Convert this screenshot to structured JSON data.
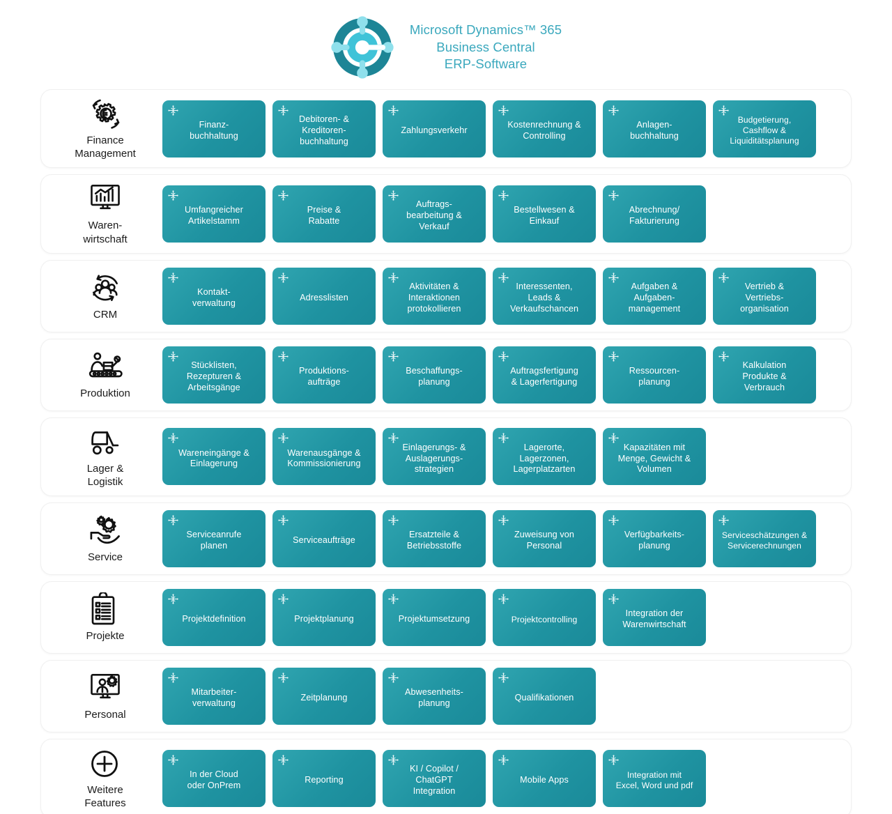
{
  "header": {
    "logo_icon": "dynamics-365-hub-logo",
    "brand_line1": "Microsoft Dynamics™ 365",
    "brand_line2": "Business Central",
    "brand_line3": "ERP-Software",
    "brand_color": "#3aa8bd"
  },
  "theme": {
    "tile_color_light": "#30a5b0",
    "tile_color_dark": "#1a8a99",
    "tile_text_color": "#ffffff",
    "row_background": "#ffffff",
    "page_background": "#ffffff",
    "category_text_color": "#1b1b1b",
    "tile_icon_name": "node-cross-icon"
  },
  "rows": [
    {
      "icon": "gear-euro-cycle-icon",
      "label": "Finance\nManagement",
      "tiles": [
        "Finanz-\nbuchhaltung",
        "Debitoren- &\nKreditoren-\nbuchhaltung",
        "Zahlungsverkehr",
        "Kostenrechnung &\nControlling",
        "Anlagen-\nbuchhaltung",
        "Budgetierung,\nCashflow &\nLiquiditätsplanung"
      ]
    },
    {
      "icon": "monitor-chart-icon",
      "label": "Waren-\nwirtschaft",
      "tiles": [
        "Umfangreicher\nArtikelstamm",
        "Preise &\nRabatte",
        "Auftrags-\nbearbeitung &\nVerkauf",
        "Bestellwesen &\nEinkauf",
        "Abrechnung/\nFakturierung"
      ]
    },
    {
      "icon": "people-cycle-icon",
      "label": "CRM",
      "tiles": [
        "Kontakt-\nverwaltung",
        "Adresslisten",
        "Aktivitäten &\nInteraktionen\nprotokollieren",
        "Interessenten,\nLeads &\nVerkaufschancen",
        "Aufgaben &\nAufgaben-\nmanagement",
        "Vertrieb &\nVertriebs-\norganisation"
      ]
    },
    {
      "icon": "worker-conveyor-icon",
      "label": "Produktion",
      "tiles": [
        "Stücklisten,\nRezepturen &\nArbeitsgänge",
        "Produktions-\naufträge",
        "Beschaffungs-\nplanung",
        "Auftragsfertigung\n& Lagerfertigung",
        "Ressourcen-\nplanung",
        "Kalkulation\nProdukte &\nVerbrauch"
      ]
    },
    {
      "icon": "forklift-icon",
      "label": "Lager &\nLogistik",
      "tiles": [
        "Wareneingänge &\nEinlagerung",
        "Warenausgänge &\nKommissionierung",
        "Einlagerungs- &\nAuslagerungs-\nstrategien",
        "Lagerorte,\nLagerzonen,\nLagerplatzarten",
        "Kapazitäten mit\nMenge, Gewicht &\nVolumen"
      ]
    },
    {
      "icon": "hand-gears-icon",
      "label": "Service",
      "tiles": [
        "Serviceanrufe\nplanen",
        "Serviceaufträge",
        "Ersatzteile &\nBetriebsstoffe",
        "Zuweisung von\nPersonal",
        "Verfügbarkeits-\nplanung",
        "Serviceschätzungen &\nServicerechnungen"
      ]
    },
    {
      "icon": "clipboard-checklist-icon",
      "label": "Projekte",
      "tiles": [
        "Projektdefinition",
        "Projektplanung",
        "Projektumsetzung",
        "Projektcontrolling",
        "Integration der\nWarenwirtschaft"
      ]
    },
    {
      "icon": "monitor-person-gear-icon",
      "label": "Personal",
      "tiles": [
        "Mitarbeiter-\nverwaltung",
        "Zeitplanung",
        "Abwesenheits-\nplanung",
        "Qualifikationen"
      ]
    },
    {
      "icon": "plus-circle-icon",
      "label": "Weitere\nFeatures",
      "tiles": [
        "In der Cloud\noder OnPrem",
        "Reporting",
        "KI / Copilot /\nChatGPT\nIntegration",
        "Mobile Apps",
        "Integration mit\nExcel, Word und pdf"
      ]
    }
  ]
}
